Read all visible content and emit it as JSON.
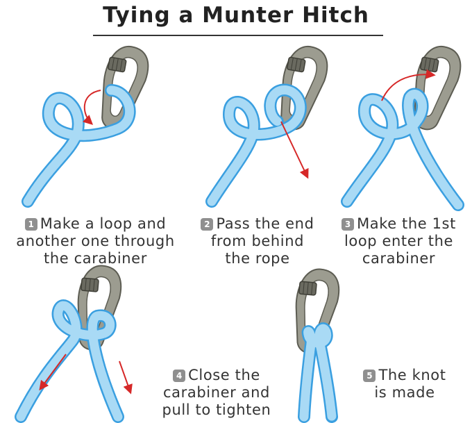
{
  "title": "Tying a Munter Hitch",
  "colors": {
    "rope_fill": "#a9daf5",
    "rope_edge": "#3a9fe0",
    "carabiner_fill": "#9c9c90",
    "carabiner_edge": "#5c5c52",
    "arrow": "#d62828",
    "badge": "#8f8f8f"
  },
  "steps": [
    {
      "number": "1",
      "lines": [
        "Make a loop and",
        "another one through",
        "the carabiner"
      ]
    },
    {
      "number": "2",
      "lines": [
        "Pass the end",
        "from behind",
        "the rope"
      ]
    },
    {
      "number": "3",
      "lines": [
        "Make the 1st",
        "loop enter the",
        "carabiner"
      ]
    },
    {
      "number": "4",
      "lines": [
        "Close the",
        "carabiner and",
        "pull to tighten"
      ]
    },
    {
      "number": "5",
      "lines": [
        "The knot",
        "is made"
      ]
    }
  ]
}
